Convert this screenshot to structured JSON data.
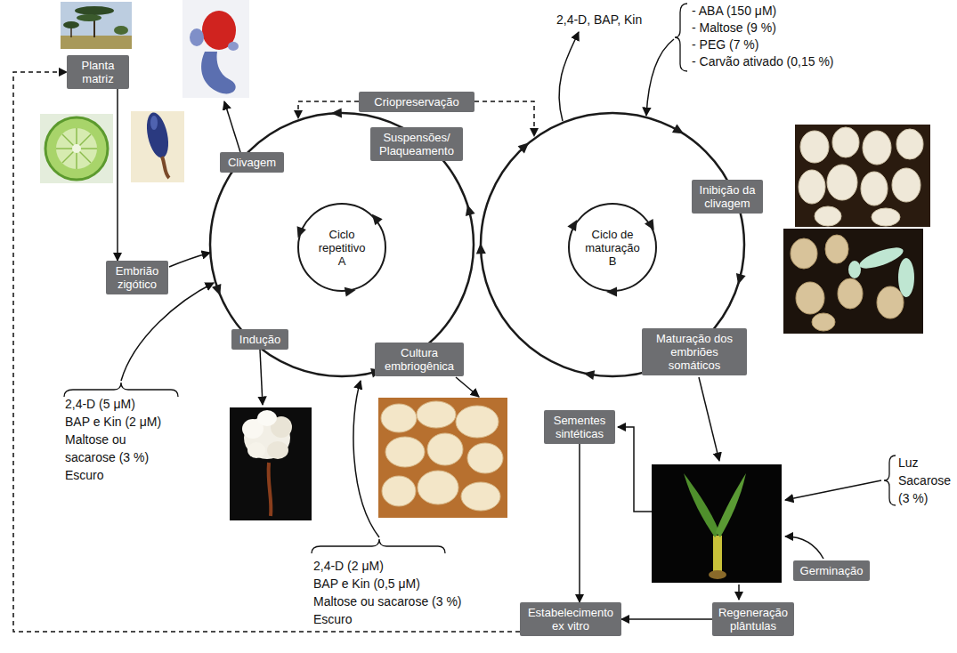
{
  "diagram": {
    "nodes": [
      {
        "text": [
          "Planta matriz"
        ]
      },
      {
        "text": [
          "Criopreservação"
        ]
      },
      {
        "text": [
          "Clivagem"
        ]
      },
      {
        "text": [
          "Suspensões/ Plaqueamento"
        ]
      },
      {
        "text": [
          "Embrião zigótico"
        ]
      },
      {
        "text": [
          "Ciclo repetitivo",
          "A"
        ]
      },
      {
        "text": [
          "Indução"
        ]
      },
      {
        "text": [
          "Cultura embriogênica"
        ]
      },
      {
        "text": [
          "Ciclo de maturação",
          "B"
        ]
      },
      {
        "text": [
          "Inibição da clivagem"
        ]
      },
      {
        "text": [
          "Maturação dos embriões somáticos"
        ]
      },
      {
        "text": [
          "Sementes sintéticas"
        ]
      },
      {
        "text": [
          "Germinação"
        ]
      },
      {
        "text": [
          "Estabelecimento ex vitro"
        ]
      },
      {
        "text": [
          "Regeneração plântulas"
        ]
      }
    ],
    "edges": [
      {
        "from": 0,
        "to": 4,
        "arrow": "to"
      },
      {
        "from": 11,
        "to": 13,
        "arrow": "to"
      },
      {
        "from": 14,
        "to": 13,
        "arrow": "to"
      },
      {
        "from": 13,
        "to": 0,
        "arrow": "to"
      }
    ],
    "labels": [
      "2,4-D, BAP, Kin",
      "- ABA (150 μM)",
      "- Maltose (9 %)",
      "- PEG (7 %)",
      "- Carvão ativado (0,15 %)",
      "2,4-D (5 μM)",
      "BAP e Kin (2 μM)",
      "Maltose ou sacarose (3 %)",
      "Escuro",
      "Luz",
      "Sacarose (3 %)",
      "2,4-D (2 μM)",
      "BAP e Kin (0,5 μM)",
      "Maltose ou sacarose (3 %)",
      "Escuro"
    ]
  }
}
